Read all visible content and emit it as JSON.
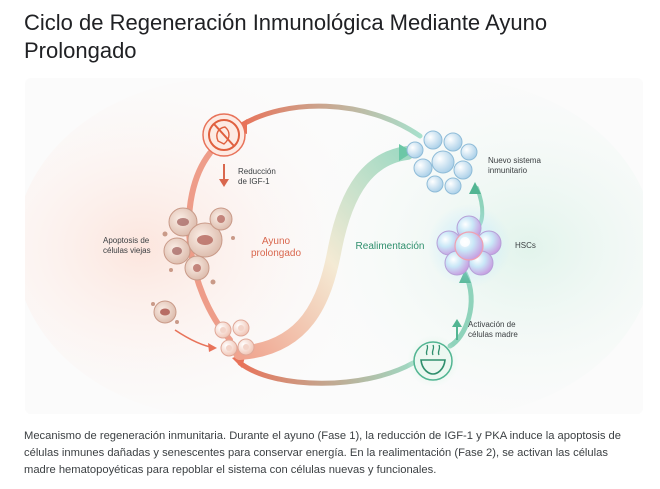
{
  "title": "Ciclo de Regeneración Inmunológica Mediante Ayuno Prolongado",
  "diagram": {
    "labels": {
      "igf_reduction": "Reducción de IGF-1",
      "apoptosis": "Apoptosis de células viejas",
      "fasting_phase": "Ayuno prolongado",
      "refeeding_phase": "Realimentación",
      "new_immune_system": "Nuevo sistema inmunitario",
      "hscs": "HSCs",
      "stem_activation": "Activación de células madre"
    },
    "colors": {
      "fasting": "#e8735a",
      "refeeding": "#6cc7a6",
      "text": "#3c4043"
    },
    "icons": {
      "no_food": "crossed-out-food-icon",
      "meal": "meal-bowl-icon"
    }
  },
  "caption": "Mecanismo de regeneración inmunitaria. Durante el ayuno (Fase 1), la reducción de IGF-1 y PKA induce la apoptosis de células inmunes dañadas y senescentes para conservar energía. En la realimentación (Fase 2), se activan las células madre hematopoyéticas para repoblar el sistema con células nuevas y funcionales."
}
